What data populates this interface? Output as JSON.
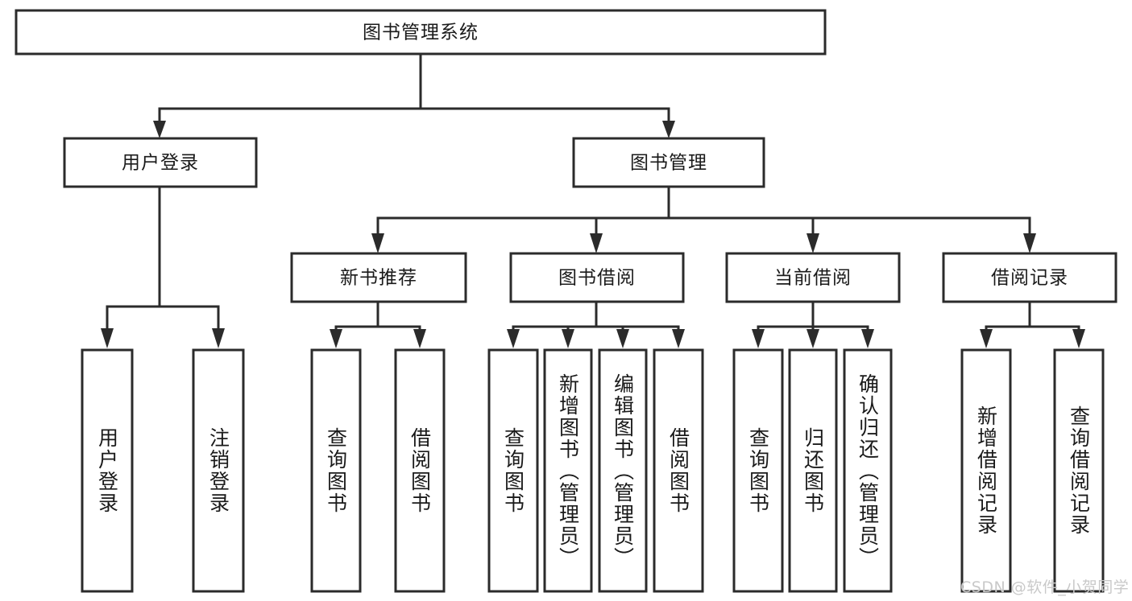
{
  "diagram": {
    "type": "hierarchy-tree",
    "title": "图书管理系统",
    "watermark": "CSDN @软件_小贺同学",
    "colors": {
      "stroke": "#2b2b2b",
      "fill": "#ffffff",
      "text": "#1a1a1a",
      "watermark": "#c9c9c9",
      "background": "#ffffff"
    },
    "root": {
      "label": "图书管理系统"
    },
    "level2": [
      {
        "label": "用户登录"
      },
      {
        "label": "图书管理"
      }
    ],
    "level3": [
      {
        "label": "新书推荐"
      },
      {
        "label": "图书借阅"
      },
      {
        "label": "当前借阅"
      },
      {
        "label": "借阅记录"
      }
    ],
    "leaves": {
      "user_login": [
        {
          "label": "用户登录"
        },
        {
          "label": "注销登录"
        }
      ],
      "new_book_recommend": [
        {
          "label": "查询图书"
        },
        {
          "label": "借阅图书"
        }
      ],
      "book_borrow": [
        {
          "label": "查询图书"
        },
        {
          "label": "新增图书（管理员）"
        },
        {
          "label": "编辑图书（管理员）"
        },
        {
          "label": "借阅图书"
        }
      ],
      "current_borrow": [
        {
          "label": "查询图书"
        },
        {
          "label": "归还图书"
        },
        {
          "label": "确认归还（管理员）"
        }
      ],
      "borrow_record": [
        {
          "label": "新增借阅记录"
        },
        {
          "label": "查询借阅记录"
        }
      ]
    }
  }
}
